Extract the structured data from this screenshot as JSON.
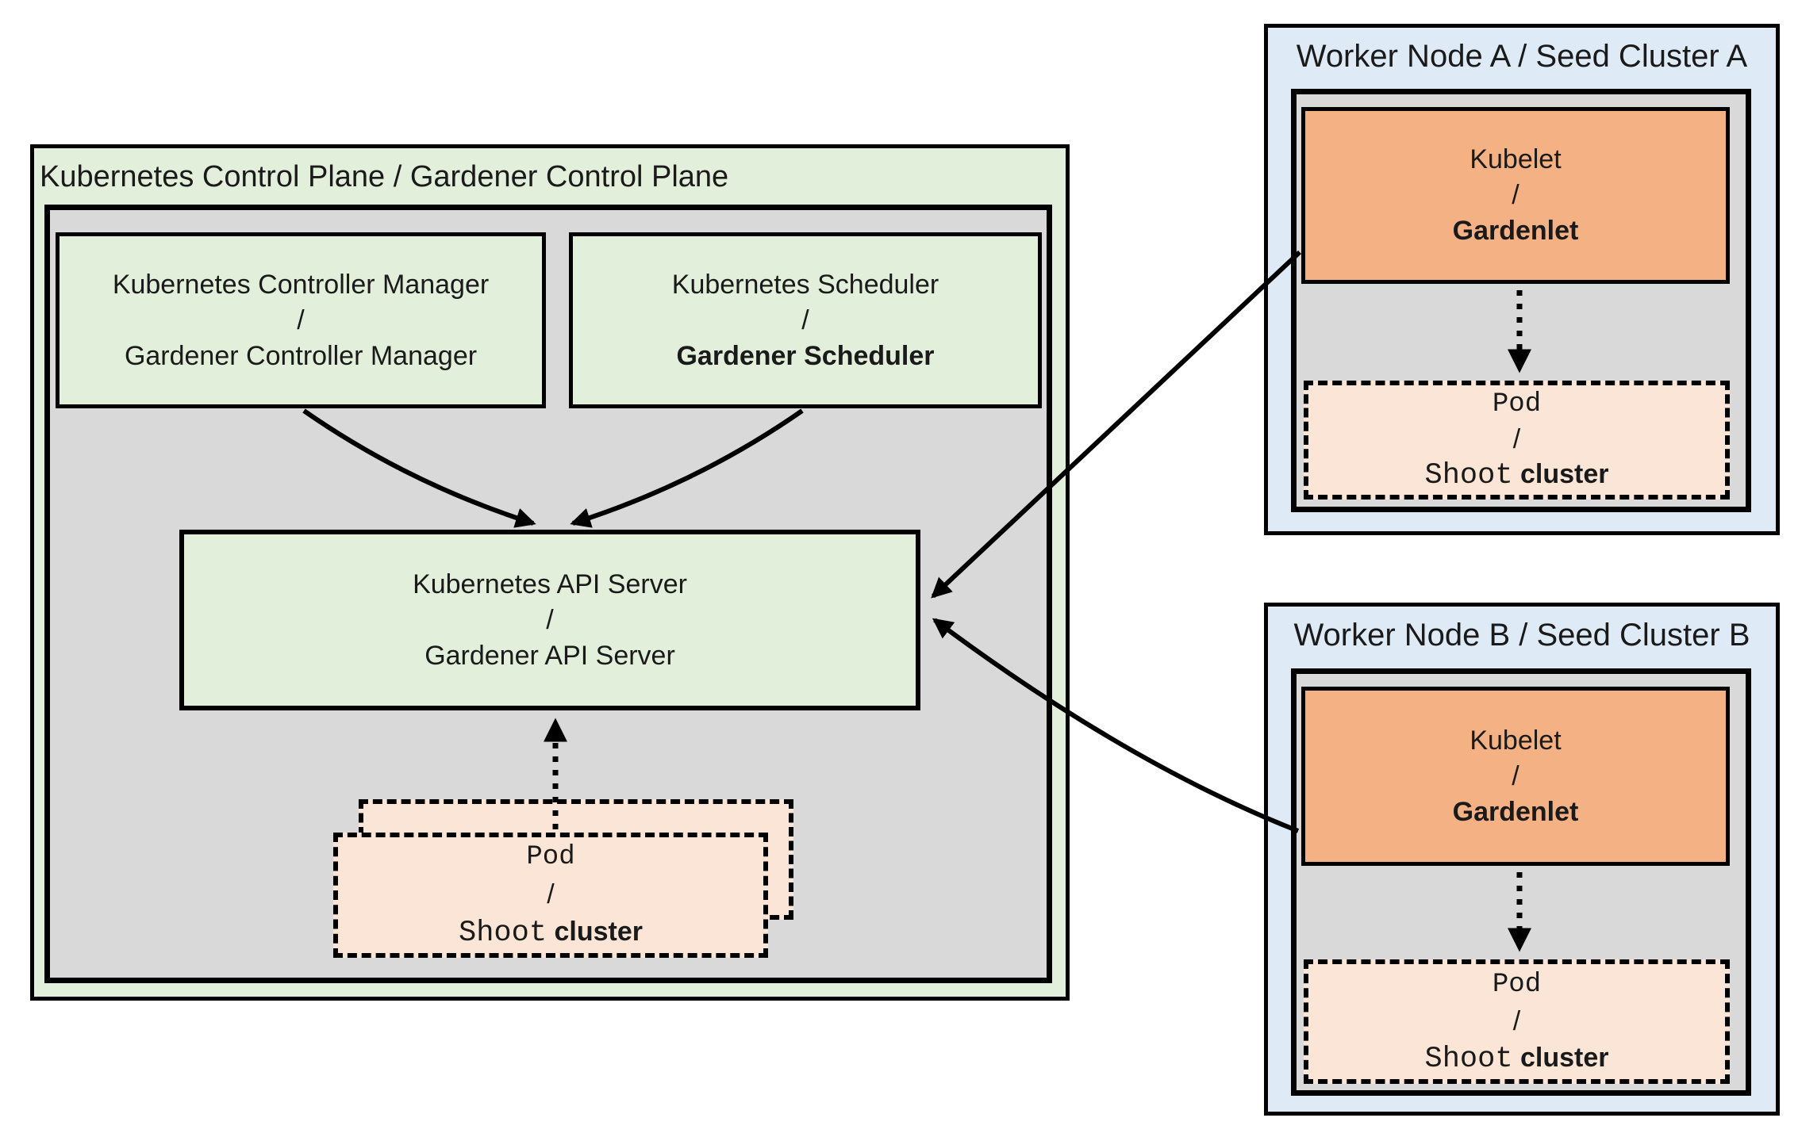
{
  "colors": {
    "panel-green": "#E2EFDA",
    "panel-gray": "#D9D9D9",
    "panel-blue": "#DEEBF7",
    "kubelet-orange": "#F4B183",
    "pod-peach": "#FBE5D6",
    "line-black": "#000000",
    "canvas-white": "#FFFFFF"
  },
  "control_plane": {
    "title": "Kubernetes Control Plane / Gardener Control Plane",
    "controller_manager": {
      "line1": "Kubernetes Controller Manager",
      "separator": "/",
      "line2": "Gardener Controller Manager"
    },
    "scheduler": {
      "line1": "Kubernetes Scheduler",
      "separator": "/",
      "line2": "Gardener Scheduler"
    },
    "api_server": {
      "line1": "Kubernetes API Server",
      "separator": "/",
      "line2": "Gardener API Server"
    },
    "pod": {
      "line1": "Pod",
      "separator": "/",
      "line2_mono": "Shoot",
      "line2_regular": "cluster"
    }
  },
  "worker_node_a": {
    "title": "Worker Node A / Seed Cluster A",
    "kubelet": {
      "line1": "Kubelet",
      "separator": "/",
      "line2": "Gardenlet"
    },
    "pod": {
      "line1": "Pod",
      "separator": "/",
      "line2_mono": "Shoot",
      "line2_regular": "cluster"
    }
  },
  "worker_node_b": {
    "title": "Worker Node B / Seed Cluster B",
    "kubelet": {
      "line1": "Kubelet",
      "separator": "/",
      "line2": "Gardenlet"
    },
    "pod": {
      "line1": "Pod",
      "separator": "/",
      "line2_mono": "Shoot",
      "line2_regular": "cluster"
    }
  }
}
